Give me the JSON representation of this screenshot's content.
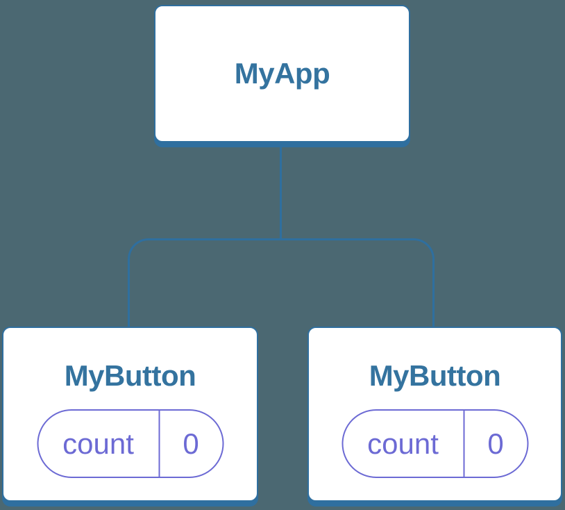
{
  "diagram": {
    "type": "component-tree",
    "root": {
      "label": "MyApp"
    },
    "children": [
      {
        "label": "MyButton",
        "state": {
          "key": "count",
          "value": "0"
        }
      },
      {
        "label": "MyButton",
        "state": {
          "key": "count",
          "value": "0"
        }
      }
    ],
    "colors": {
      "background": "#4b6872",
      "node_fill": "#ffffff",
      "node_stroke": "#2f6f9f",
      "title_text": "#34739f",
      "state_accent": "#6c6ad4"
    }
  }
}
